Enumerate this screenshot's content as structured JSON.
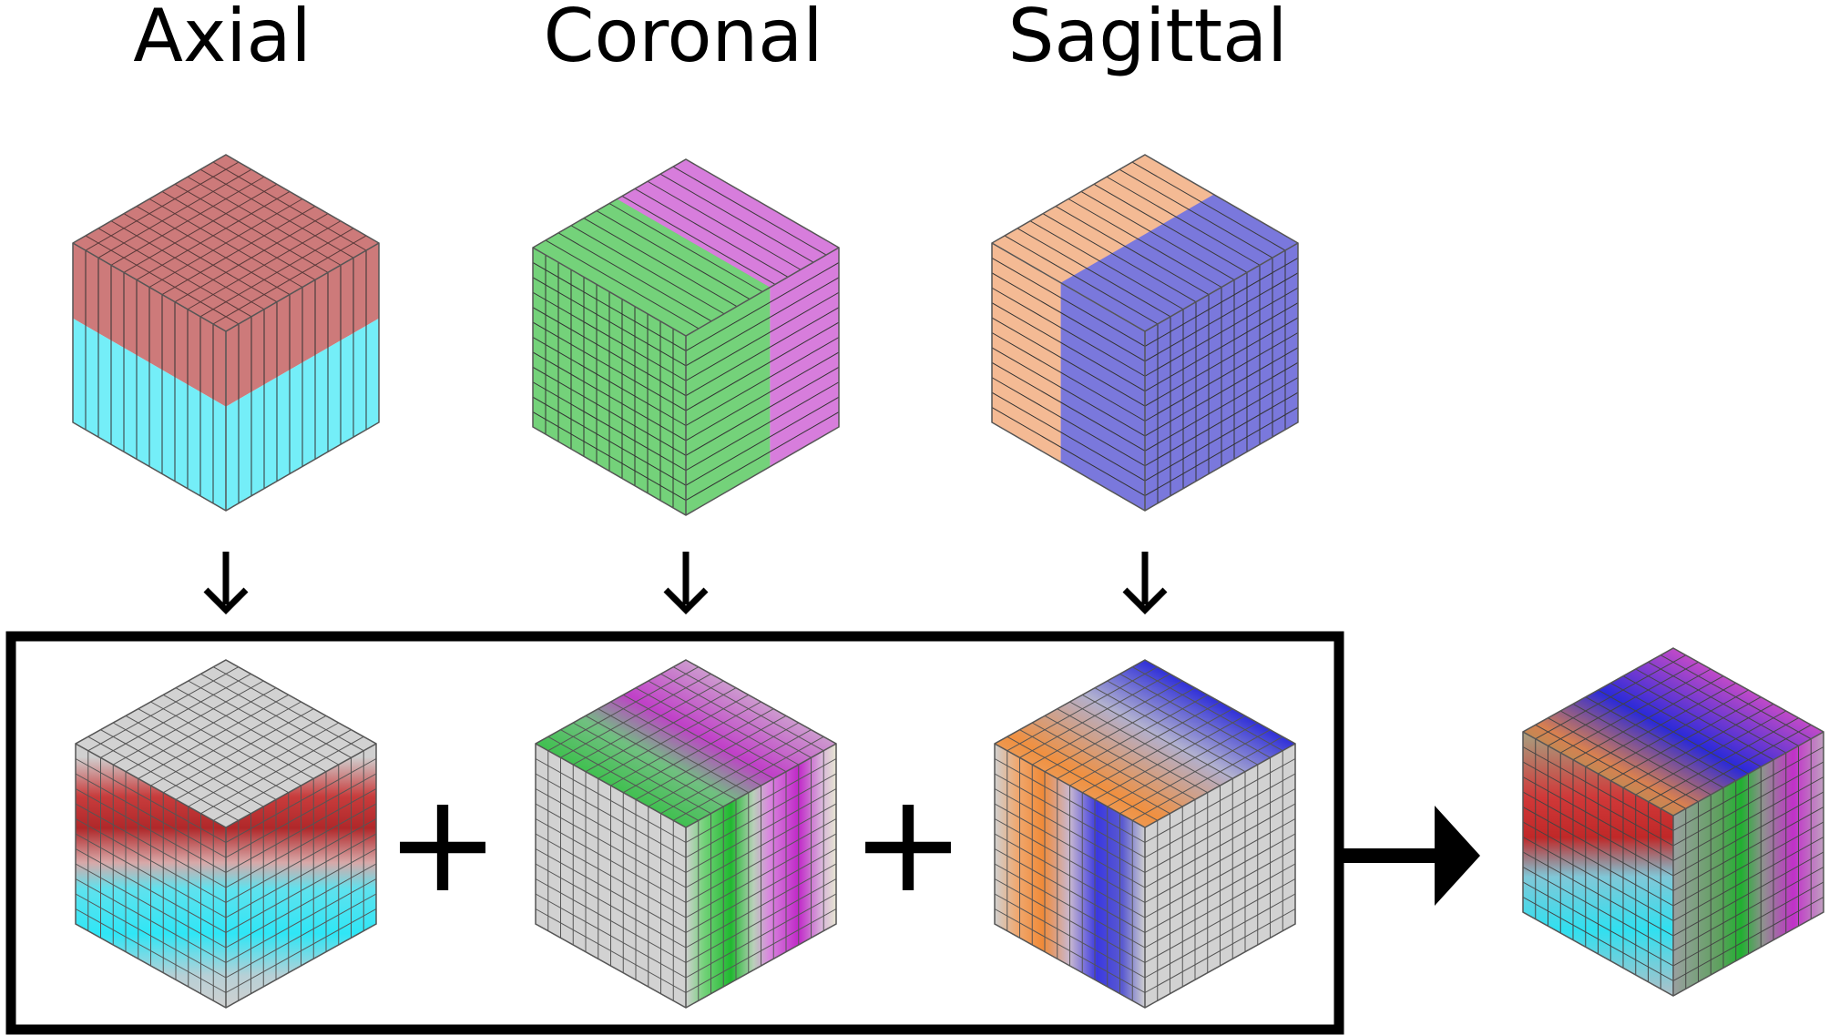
{
  "labels": {
    "axial": "Axial",
    "coronal": "Coronal",
    "sagittal": "Sagittal"
  },
  "operators": {
    "plus": "+"
  },
  "colors": {
    "axial_top": "#cd7a7a",
    "axial_bottom": "#74eef8",
    "coronal_green": "#74d27a",
    "coronal_magenta": "#d77ddc",
    "sagittal_orange": "#f4ba94",
    "sagittal_blue": "#7a78dc",
    "grid_gray": "#d2d2d2",
    "line": "#333333",
    "frame": "#000000"
  }
}
